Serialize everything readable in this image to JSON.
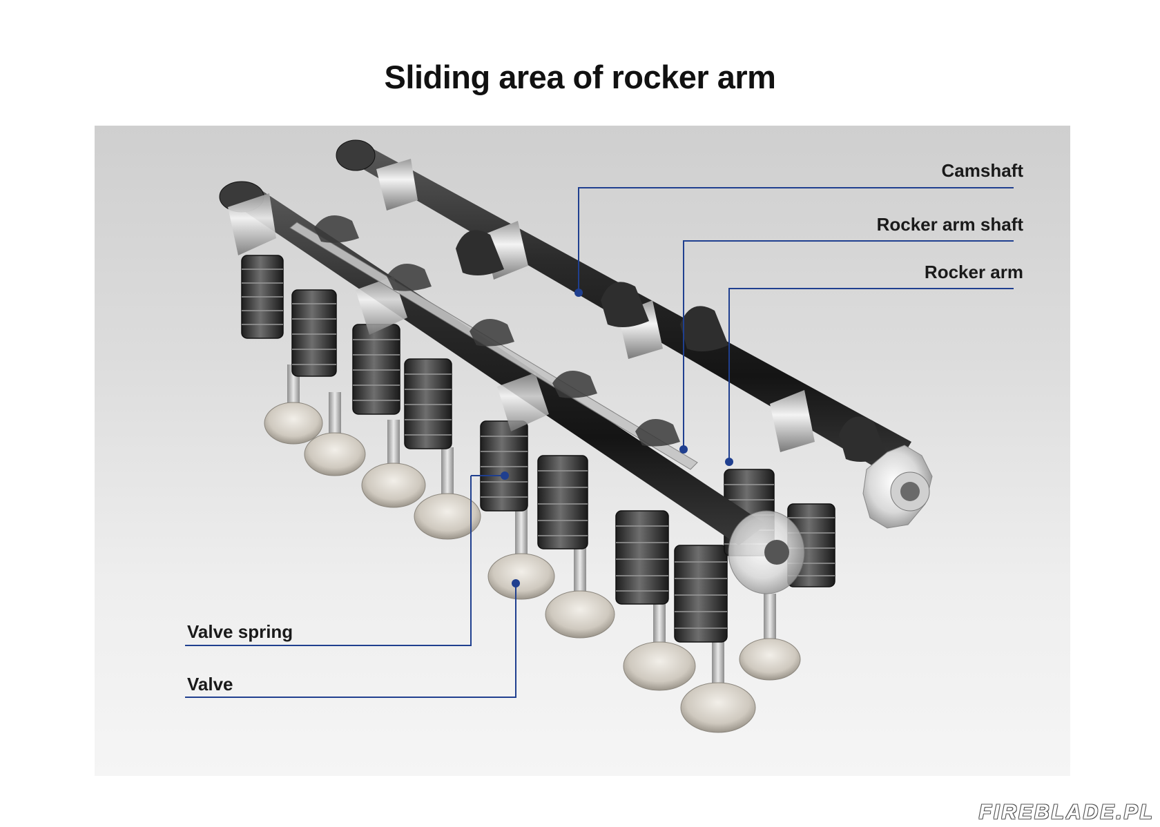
{
  "title": "Sliding area of rocker arm",
  "labels": {
    "camshaft": "Camshaft",
    "rocker_arm_shaft": "Rocker arm shaft",
    "rocker_arm": "Rocker arm",
    "valve_spring": "Valve spring",
    "valve": "Valve"
  },
  "watermark": "FIREBLADE.PL",
  "colors": {
    "leader_line": "#1f3f8f",
    "panel_top": "#cfcfcf",
    "panel_bottom": "#f5f5f5",
    "metal_dark": "#2a2a2a",
    "metal_light": "#d8d8d8"
  }
}
